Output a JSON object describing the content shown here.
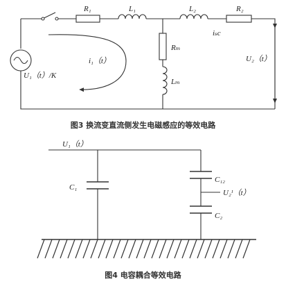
{
  "figure3": {
    "caption": "图3  换流变直流侧发生电磁感应的等效电路",
    "labels": {
      "R1": "R₁",
      "L1": "L₁",
      "L2": "L₂",
      "R2": "R₂",
      "Rm": "Rₘ",
      "Lm": "Lₘ",
      "isc": "iₛc",
      "i1": "i₁（t）",
      "U2": "U₂（t）",
      "U1K": "U₁（t）/K"
    }
  },
  "figure4": {
    "caption": "图4   电容耦合等效电路",
    "labels": {
      "U1": "U₁（t）",
      "C1": "C₁",
      "C12": "C₁₂",
      "C2": "C₂",
      "U2prime": "U₂ᴵ（t）"
    }
  }
}
